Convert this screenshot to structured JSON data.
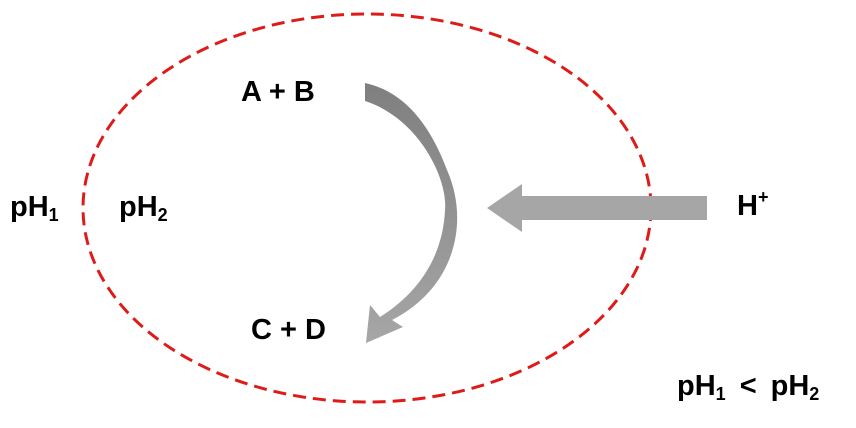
{
  "colors": {
    "boundary": "#dd1c1a",
    "reaction_arrow_top": "#7f7f7f",
    "reaction_arrow_bottom": "#a6a6a6",
    "proton_arrow": "#a6a6a6",
    "text": "#000000"
  },
  "reaction": {
    "reactants": "A + B",
    "products": "C + D"
  },
  "compartments": {
    "outside": {
      "base": "pH",
      "sub": "1"
    },
    "inside": {
      "base": "pH",
      "sub": "2"
    }
  },
  "proton": {
    "base": "H",
    "sup": "+"
  },
  "comparison": {
    "left": {
      "base": "pH",
      "sub": "1"
    },
    "operator": "<",
    "right": {
      "base": "pH",
      "sub": "2"
    }
  }
}
